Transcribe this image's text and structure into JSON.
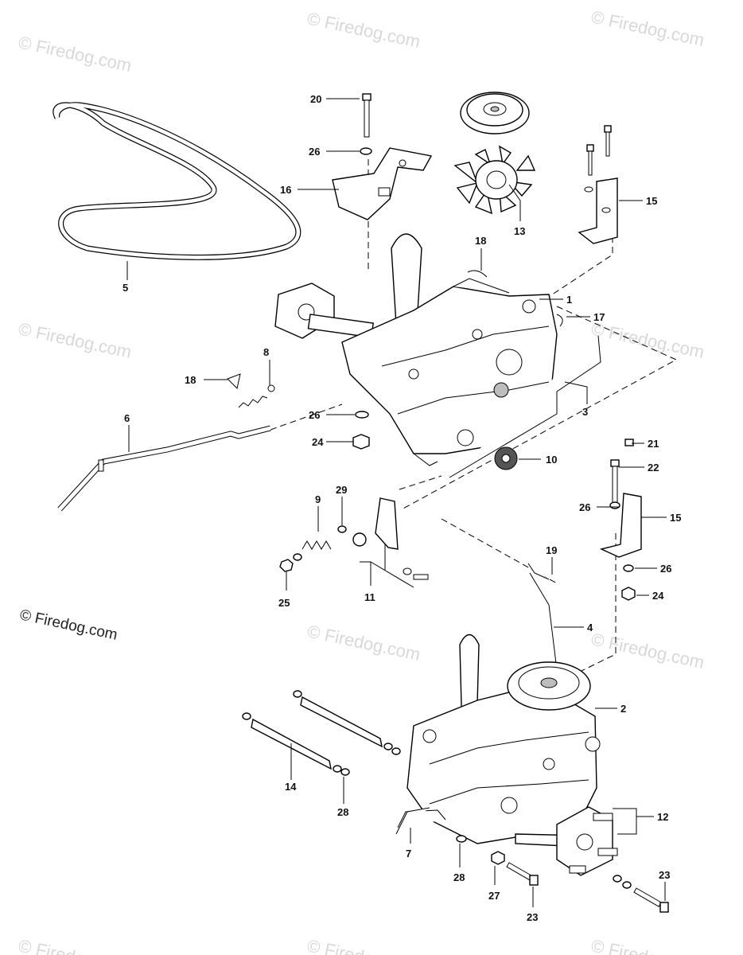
{
  "watermark": {
    "text": "© Firedog.com",
    "main_text": "© Firedog.com"
  },
  "callouts": [
    {
      "id": "c20a",
      "label": "20"
    },
    {
      "id": "c26a",
      "label": "26"
    },
    {
      "id": "c16",
      "label": "16"
    },
    {
      "id": "c13",
      "label": "13"
    },
    {
      "id": "c15a",
      "label": "15"
    },
    {
      "id": "c5",
      "label": "5"
    },
    {
      "id": "c18a",
      "label": "18"
    },
    {
      "id": "c1",
      "label": "1"
    },
    {
      "id": "c17",
      "label": "17"
    },
    {
      "id": "c8",
      "label": "8"
    },
    {
      "id": "c18b",
      "label": "18"
    },
    {
      "id": "c6",
      "label": "6"
    },
    {
      "id": "c3",
      "label": "3"
    },
    {
      "id": "c26b",
      "label": "26"
    },
    {
      "id": "c24a",
      "label": "24"
    },
    {
      "id": "c10",
      "label": "10"
    },
    {
      "id": "c21",
      "label": "21"
    },
    {
      "id": "c22",
      "label": "22"
    },
    {
      "id": "c9",
      "label": "9"
    },
    {
      "id": "c29",
      "label": "29"
    },
    {
      "id": "c26c",
      "label": "26"
    },
    {
      "id": "c15b",
      "label": "15"
    },
    {
      "id": "c19",
      "label": "19"
    },
    {
      "id": "c26d",
      "label": "26"
    },
    {
      "id": "c24b",
      "label": "24"
    },
    {
      "id": "c25",
      "label": "25"
    },
    {
      "id": "c11",
      "label": "11"
    },
    {
      "id": "c4",
      "label": "4"
    },
    {
      "id": "c2",
      "label": "2"
    },
    {
      "id": "c12",
      "label": "12"
    },
    {
      "id": "c14",
      "label": "14"
    },
    {
      "id": "c28a",
      "label": "28"
    },
    {
      "id": "c7",
      "label": "7"
    },
    {
      "id": "c28b",
      "label": "28"
    },
    {
      "id": "c27",
      "label": "27"
    },
    {
      "id": "c23a",
      "label": "23"
    },
    {
      "id": "c23b",
      "label": "23"
    }
  ]
}
